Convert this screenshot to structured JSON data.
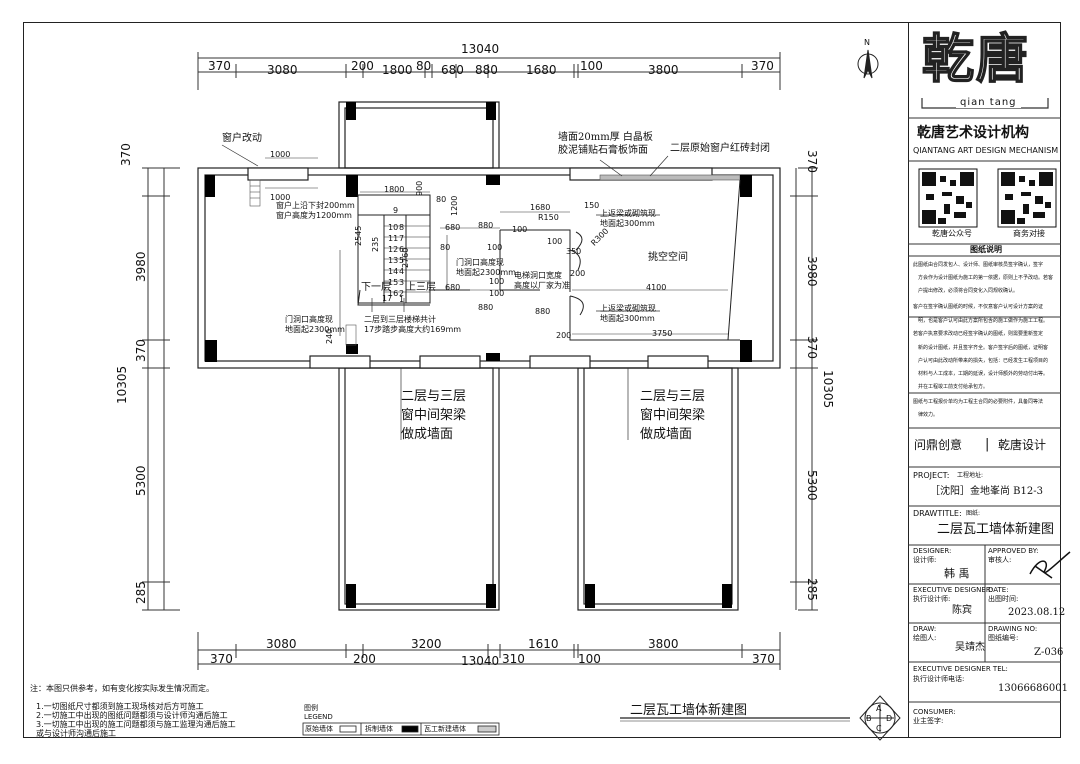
{
  "dims": {
    "top_total": "13040",
    "top": [
      "370",
      "3080",
      "200",
      "1800",
      "80",
      "680",
      "880",
      "1680",
      "100",
      "3800",
      "370"
    ],
    "bottom_total": "13040",
    "bottom": [
      "3080",
      "3200",
      "1610",
      "3800"
    ],
    "bottom2": [
      "370",
      "200",
      "310",
      "100",
      "370"
    ],
    "left_total": "10305",
    "left": [
      "370",
      "3980",
      "370",
      "5300",
      "285"
    ],
    "right_total": "10305",
    "right": [
      "370",
      "3980",
      "370",
      "5300",
      "285"
    ]
  },
  "plan_dims": [
    "1000",
    "1000",
    "1800",
    "900",
    "80",
    "1200",
    "880",
    "1680",
    "150",
    "R150",
    "2545",
    "235",
    "2760",
    "680",
    "80",
    "100",
    "100",
    "100",
    "R300",
    "350",
    "200",
    "4100",
    "3750",
    "200",
    "680",
    "100",
    "100",
    "880",
    "880",
    "240",
    "9",
    "10",
    "11",
    "12",
    "13",
    "14",
    "15",
    "16",
    "17",
    "8",
    "7",
    "6",
    "5",
    "4",
    "3",
    "2",
    "1"
  ],
  "labels": {
    "window_change": "窗户改动",
    "wall_note_1": "墙面20mm厚 白晶板",
    "wall_note_2": "胶泥铺贴石膏板饰面",
    "original_window": "二层原始窗户红砖封闭",
    "window_note_1": "窗户上沿下封200mm",
    "window_note_2": "窗户高度为1200mm",
    "beam_note_1a": "上返梁或砌筑现",
    "beam_note_1b": "地面起300mm",
    "beam_note_2a": "上返梁或砌筑现",
    "beam_note_2b": "地面起300mm",
    "void": "挑空空间",
    "door_note_1a": "门洞口高度现",
    "door_note_1b": "地面起2300mm",
    "door_note_2a": "门洞口高度现",
    "door_note_2b": "地面起2300mm",
    "elevator_1": "电梯洞口宽度",
    "elevator_2": "高度以厂家为准",
    "stair_down": "下一层",
    "stair_up": "上三层",
    "stair_note_1": "二层到三层楼梯共计",
    "stair_note_2": "17步踏步高度大约169mm",
    "beam_left_1": "二层与三层",
    "beam_left_2": "窗中间架梁",
    "beam_left_3": "做成墙面",
    "beam_right_1": "二层与三层",
    "beam_right_2": "窗中间架梁",
    "beam_right_3": "做成墙面"
  },
  "footer": {
    "note_title": "注：本图只供参考，如有变化按实际发生情况而定。",
    "notes": [
      "1.一切图纸尺寸都须到施工现场核对后方可施工",
      "2.一切施工中出现的图纸问题都须与设计师沟通后施工",
      "3.一切施工中出现的施工问题都须与施工监理沟通后施工",
      "或与设计师沟通后施工"
    ],
    "legend_cn": "图例",
    "legend_en": "LEGEND",
    "legend_items": [
      "原始墙体",
      "拆制墙体",
      "瓦工新建墙体"
    ],
    "drawing_title": "二层瓦工墙体新建图",
    "compass": "N",
    "index_letters": [
      "A",
      "B",
      "C",
      "D"
    ]
  },
  "panel": {
    "logo_text": "乾唐",
    "logo_pinyin": "qian tang",
    "company_cn": "乾唐艺术设计机构",
    "company_en": "QIANTANG ART DESIGN MECHANISM",
    "qr1_label": "乾唐公众号",
    "qr2_label": "商务对接",
    "desc_title": "图纸说明",
    "desc": [
      "此图纸由合同发包人、设计师、图纸审核员签字确认，签字",
      "方会作为设计图纸为施工的第一依据，原则上不予改动。若客",
      "户提出修改，必须将合同变化入同规收确认。",
      "客户在签字确认图纸的时候，不仅意客户认可设计方案的证",
      "明，也是客户认可由此方案所包含的施工做作为施工工程。",
      "若客户执意要求改动已经签字确认的图纸，则需要重新签定",
      "新的设计图纸，并且签字齐全。客户签字后的图纸，证明客",
      "户认可由此改动所带来的损失，包括：已经发生工程项目的",
      "材料与人工成本，工期的延误，设计师额外的劳动付出等。",
      "并在工程竣工前支付给承包方。",
      "图纸与工程报价单均为工程主合同的必要附件，具备同等法",
      "律效力。"
    ],
    "slogan_a": "问鼎创意",
    "slogan_b": "乾唐设计",
    "project_label": "PROJECT:",
    "project_cn": "工程地址:",
    "project_value": "［沈阳］金地峯尚 B12-3",
    "drawtitle_label": "DRAWTITLE:",
    "drawtitle_cn": "图纸:",
    "drawtitle_value": "二层瓦工墙体新建图",
    "designer_label": "DESIGNER:",
    "designer_cn": "设计师:",
    "designer_value": "韩 禹",
    "approved_label": "APPROVED BY:",
    "approved_cn": "审核人:",
    "exec_label": "EXECUTIVE DESIGNER:",
    "exec_cn": "执行设计师:",
    "exec_value": "陈宾",
    "date_label": "DATE:",
    "date_cn": "出图时间:",
    "date_value": "2023.08.12",
    "draw_label": "DRAW:",
    "draw_cn": "绘图人:",
    "draw_value": "吴靖杰",
    "drawno_label": "DRAWING NO:",
    "drawno_cn": "图纸编号:",
    "drawno_value": "Z-036",
    "tel_label": "EXECUTIVE DESIGNER TEL:",
    "tel_cn": "执行设计师电话:",
    "tel_value": "13066686001",
    "consumer_label": "CONSUMER:",
    "consumer_cn": "业主签字:"
  }
}
